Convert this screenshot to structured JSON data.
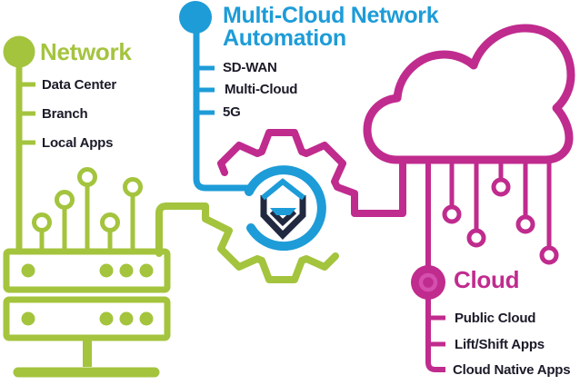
{
  "colors": {
    "green": "#a4c43e",
    "blue": "#1d9cd8",
    "magenta": "#c02b8e",
    "navy": "#212940",
    "label": "#1b1b29",
    "bullet_ring": "#d44fae"
  },
  "sections": {
    "network": {
      "title": "Network",
      "items": [
        "Data Center",
        "Branch",
        "Local Apps"
      ]
    },
    "automation": {
      "title": "Multi-Cloud Network Automation",
      "items": [
        "SD-WAN",
        "Multi-Cloud",
        "5G"
      ]
    },
    "cloud": {
      "title": "Cloud",
      "items": [
        "Public Cloud",
        "Lift/Shift Apps",
        "Cloud Native Apps"
      ]
    }
  },
  "icons": {
    "gear": "gear-icon",
    "sync_arc": "sync-arc-icon",
    "logo": "automation-logo-icon",
    "cloud": "cloud-icon",
    "server": "server-switch-icon",
    "circuit_pins": "circuit-pin-icon"
  }
}
